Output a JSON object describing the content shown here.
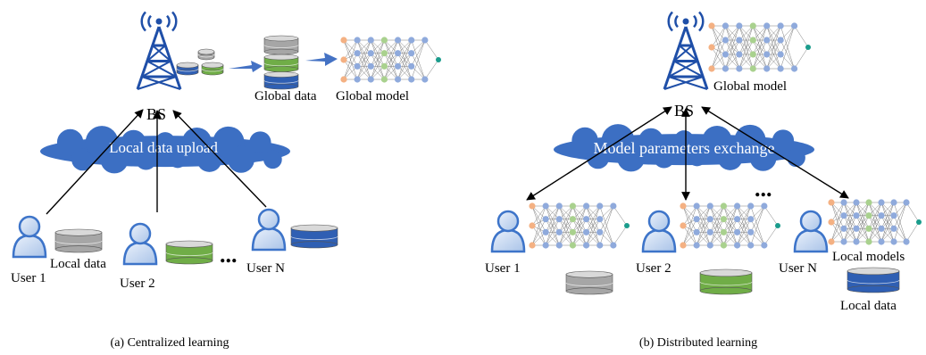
{
  "centralized": {
    "bs_label": "BS",
    "global_data_label": "Global data",
    "global_model_label": "Global model",
    "cloud_label": "Local data upload",
    "local_data_label": "Local data",
    "users": [
      "User 1",
      "User 2",
      "User N"
    ],
    "ellipsis": "...",
    "caption": "(a) Centralized learning"
  },
  "distributed": {
    "bs_label": "BS",
    "global_model_label": "Global model",
    "cloud_label": "Model parameters exchange",
    "users": [
      "User 1",
      "User 2",
      "User N"
    ],
    "ellipsis": "...",
    "local_models_label": "Local models",
    "local_data_label": "Local data",
    "caption": "(b) Distributed learning"
  },
  "colors": {
    "tower": "#1f4fa8",
    "arrow_blue": "#4472c4",
    "cloud": "#3c6fc3",
    "db_gray": "#a6a6a6",
    "db_green": "#70ad47",
    "db_blue": "#2f5fb3",
    "node_orange": "#f4b183",
    "node_blue": "#8faadc",
    "node_green": "#a9d18e",
    "node_teal": "#1a9c8c",
    "user": "#3d74c9"
  }
}
